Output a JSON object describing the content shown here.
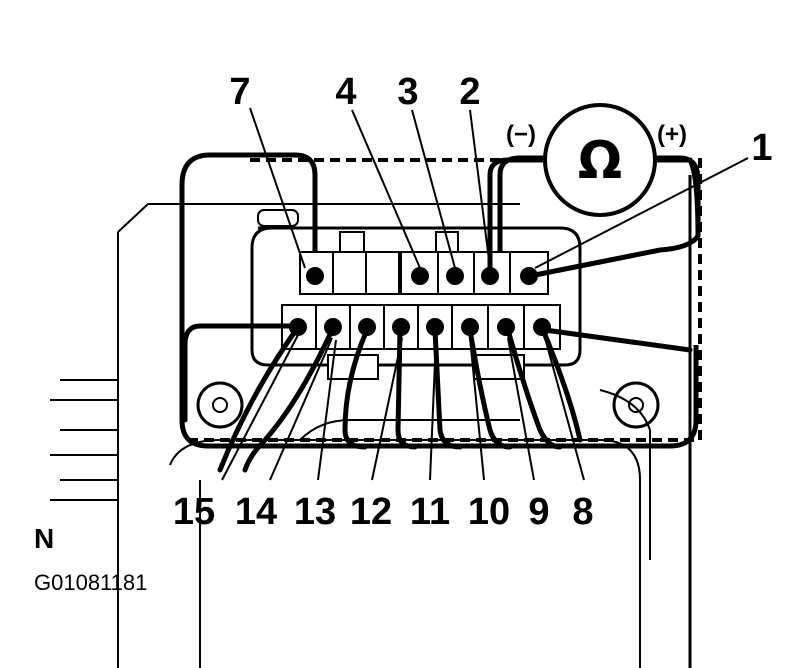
{
  "meter": {
    "symbol": "Ω",
    "negative_label": "(−)",
    "positive_label": "(+)"
  },
  "pins": {
    "top_row": [
      "7",
      "4",
      "3",
      "2",
      "1"
    ],
    "bottom_row": [
      "15",
      "14",
      "13",
      "12",
      "11",
      "10",
      "9",
      "8"
    ]
  },
  "labels": {
    "p1": "1",
    "p2": "2",
    "p3": "3",
    "p4": "4",
    "p7": "7",
    "p8": "8",
    "p9": "9",
    "p10": "10",
    "p11": "11",
    "p12": "12",
    "p13": "13",
    "p14": "14",
    "p15": "15"
  },
  "orientation_mark": "N",
  "figure_code": "G01081181"
}
